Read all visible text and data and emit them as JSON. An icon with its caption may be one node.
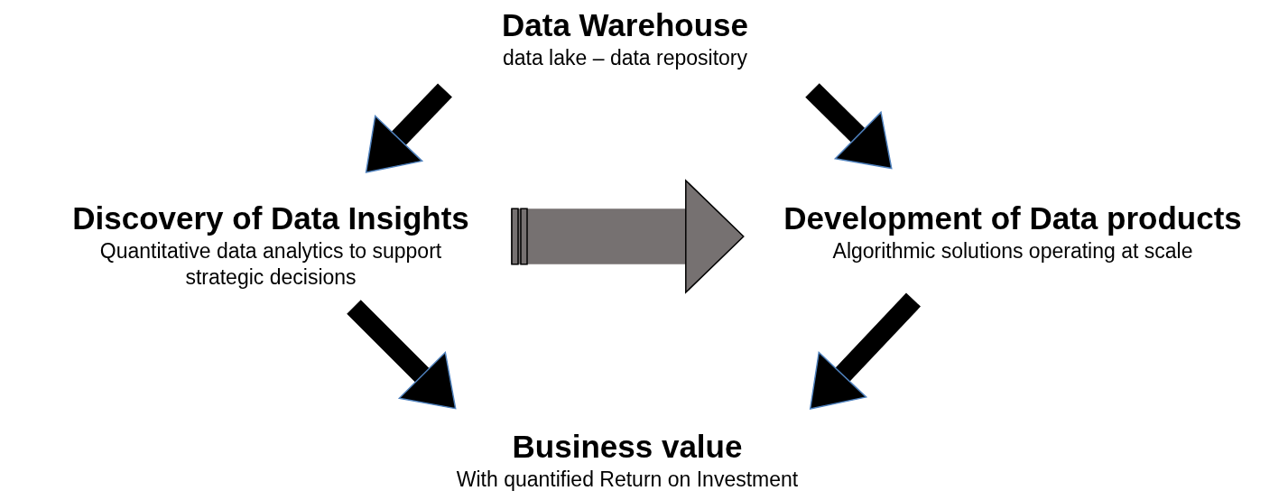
{
  "diagram": {
    "nodes": [
      {
        "text": [
          "Data Warehouse",
          "data lake – data repository"
        ]
      },
      {
        "text": [
          "Discovery of Data Insights",
          "Quantitative data analytics to support strategic decisions"
        ]
      },
      {
        "text": [
          "Development of Data products",
          "Algorithmic solutions operating at scale"
        ]
      },
      {
        "text": [
          "Business value",
          "With quantified Return on Investment"
        ]
      }
    ],
    "edges": [
      {
        "from": 0,
        "to": 1,
        "arrow": "to"
      },
      {
        "from": 0,
        "to": 2,
        "arrow": "to"
      },
      {
        "from": 1,
        "to": 2,
        "arrow": "to",
        "style": "thick",
        "color": "#767171"
      },
      {
        "from": 1,
        "to": 3,
        "arrow": "to"
      },
      {
        "from": 2,
        "to": 3,
        "arrow": "to"
      }
    ]
  }
}
